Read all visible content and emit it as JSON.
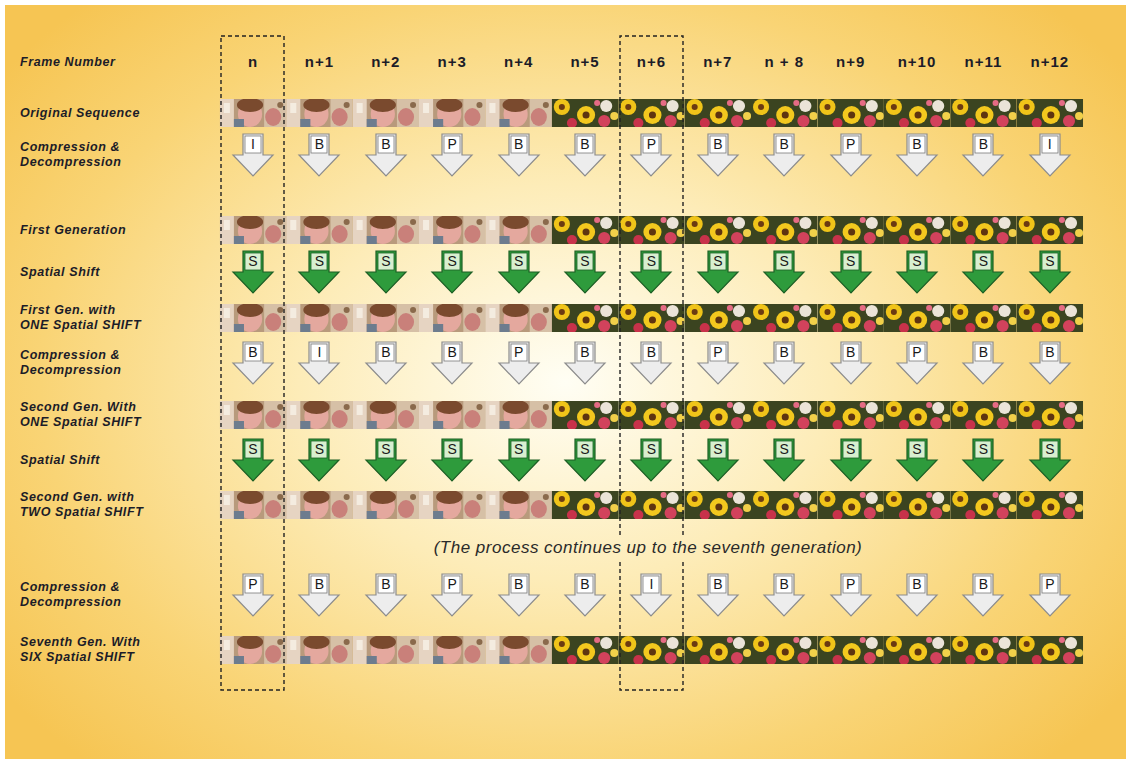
{
  "diagram": {
    "nodes": [
      {
        "text": [
          "I"
        ]
      },
      {
        "text": [
          "B"
        ]
      },
      {
        "text": [
          "B"
        ]
      },
      {
        "text": [
          "P"
        ]
      },
      {
        "text": [
          "B"
        ]
      },
      {
        "text": [
          "B"
        ]
      },
      {
        "text": [
          "P"
        ]
      },
      {
        "text": [
          "B"
        ]
      },
      {
        "text": [
          "B"
        ]
      },
      {
        "text": [
          "P"
        ]
      },
      {
        "text": [
          "B"
        ]
      },
      {
        "text": [
          "B"
        ]
      },
      {
        "text": [
          "I"
        ]
      },
      {
        "text": [
          "S"
        ]
      },
      {
        "text": [
          "S"
        ]
      },
      {
        "text": [
          "S"
        ]
      },
      {
        "text": [
          "S"
        ]
      },
      {
        "text": [
          "S"
        ]
      },
      {
        "text": [
          "S"
        ]
      },
      {
        "text": [
          "S"
        ]
      },
      {
        "text": [
          "S"
        ]
      },
      {
        "text": [
          "S"
        ]
      },
      {
        "text": [
          "S"
        ]
      },
      {
        "text": [
          "S"
        ]
      },
      {
        "text": [
          "S"
        ]
      },
      {
        "text": [
          "S"
        ]
      },
      {
        "text": [
          "B"
        ]
      },
      {
        "text": [
          "I"
        ]
      },
      {
        "text": [
          "B"
        ]
      },
      {
        "text": [
          "B"
        ]
      },
      {
        "text": [
          "P"
        ]
      },
      {
        "text": [
          "B"
        ]
      },
      {
        "text": [
          "B"
        ]
      },
      {
        "text": [
          "P"
        ]
      },
      {
        "text": [
          "B"
        ]
      },
      {
        "text": [
          "B"
        ]
      },
      {
        "text": [
          "P"
        ]
      },
      {
        "text": [
          "B"
        ]
      },
      {
        "text": [
          "B"
        ]
      },
      {
        "text": [
          "S"
        ]
      },
      {
        "text": [
          "S"
        ]
      },
      {
        "text": [
          "S"
        ]
      },
      {
        "text": [
          "S"
        ]
      },
      {
        "text": [
          "S"
        ]
      },
      {
        "text": [
          "S"
        ]
      },
      {
        "text": [
          "S"
        ]
      },
      {
        "text": [
          "S"
        ]
      },
      {
        "text": [
          "S"
        ]
      },
      {
        "text": [
          "S"
        ]
      },
      {
        "text": [
          "S"
        ]
      },
      {
        "text": [
          "S"
        ]
      },
      {
        "text": [
          "S"
        ]
      },
      {
        "text": [
          "P"
        ]
      },
      {
        "text": [
          "B"
        ]
      },
      {
        "text": [
          "B"
        ]
      },
      {
        "text": [
          "P"
        ]
      },
      {
        "text": [
          "B"
        ]
      },
      {
        "text": [
          "B"
        ]
      },
      {
        "text": [
          "I"
        ]
      },
      {
        "text": [
          "B"
        ]
      },
      {
        "text": [
          "B"
        ]
      },
      {
        "text": [
          "P"
        ]
      },
      {
        "text": [
          "B"
        ]
      },
      {
        "text": [
          "B"
        ]
      },
      {
        "text": [
          "P"
        ]
      }
    ],
    "labels": [
      "Frame Number",
      "n",
      "n+1",
      "n+2",
      "n+3",
      "n+4",
      "n+5",
      "n+6",
      "n+7",
      "n + 8",
      "n+9",
      "n+10",
      "n+11",
      "n+12",
      "Original Sequence",
      "Compression & Decompression",
      "First Generation",
      "Spatial Shift",
      "First Gen. with ONE Spatial SHIFT",
      "Compression & Decompression",
      "Second Gen. With ONE Spatial SHIFT",
      "Spatial Shift",
      "Second Gen. with TWO Spatial SHIFT",
      "(The process continues up to the seventh generation)",
      "Compression & Decompression",
      "Seventh Gen. With SIX Spatial SHIFT"
    ]
  }
}
